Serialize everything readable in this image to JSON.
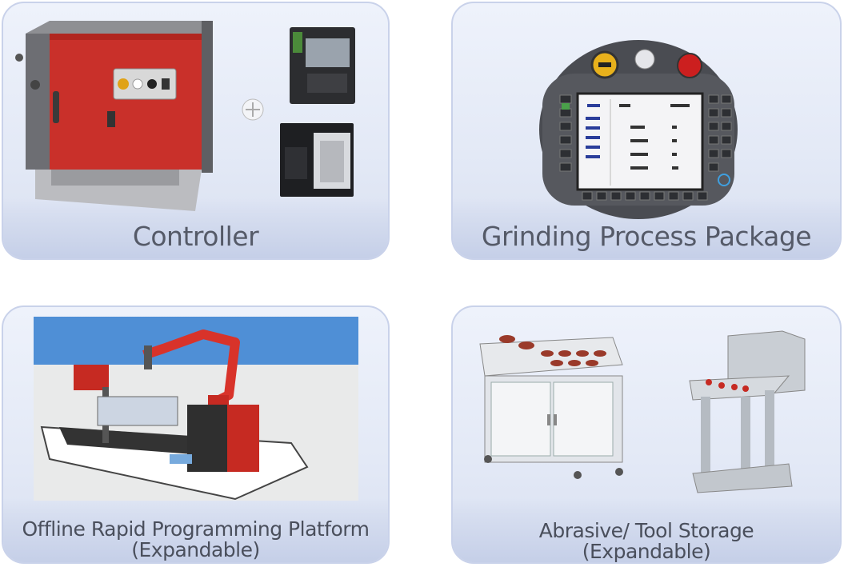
{
  "cards": [
    {
      "title": "Controller"
    },
    {
      "title": "Grinding Process Package"
    },
    {
      "title": "Offline Rapid Programming Platform",
      "subtitle": "(Expandable)"
    },
    {
      "title": "Abrasive/ Tool Storage",
      "subtitle": "(Expandable)"
    }
  ]
}
